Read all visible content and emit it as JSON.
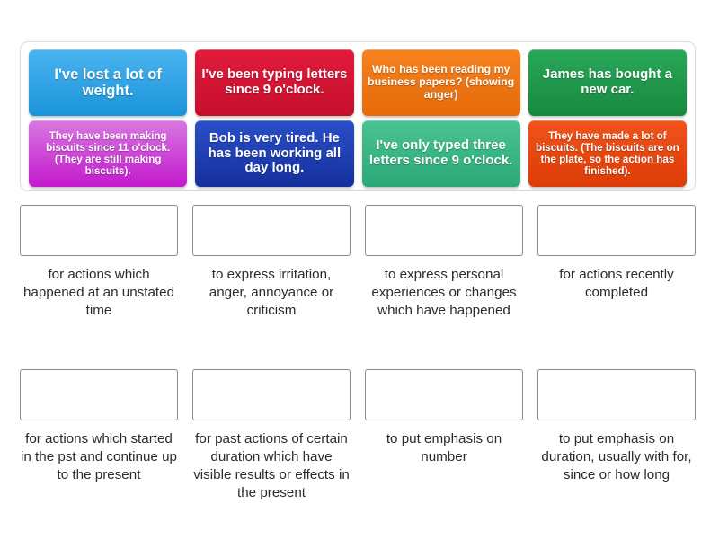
{
  "activity": {
    "type": "drag-and-drop-matching",
    "tray_rows": [
      [
        {
          "text": "I've lost a lot of weight.",
          "color_top": "#4ab3ef",
          "color_bottom": "#1a94da",
          "size": "lg"
        },
        {
          "text": "I've been typing letters since 9 o'clock.",
          "color_top": "#e21a3c",
          "color_bottom": "#c5102c",
          "size": "md"
        },
        {
          "text": "Who has been reading my business papers? (showing anger)",
          "color_top": "#f58220",
          "color_bottom": "#e76a09",
          "size": "sm"
        },
        {
          "text": "James has bought a new car.",
          "color_top": "#29a85a",
          "color_bottom": "#17893f",
          "size": "md"
        }
      ],
      [
        {
          "text": "They have been making biscuits since 11 o'clock. (They are still making biscuits).",
          "color_top": "#d878e0",
          "color_bottom": "#c319cd",
          "size": "xs"
        },
        {
          "text": "Bob is very tired. He has been working all day long.",
          "color_top": "#2b4fc8",
          "color_bottom": "#15309c",
          "size": "md"
        },
        {
          "text": "I've only typed three letters since 9 o'clock.",
          "color_top": "#4ac392",
          "color_bottom": "#2ba877",
          "size": "md"
        },
        {
          "text": "They have made a lot of biscuits. (The biscuits are on the plate, so the action has finished).",
          "color_top": "#f0531c",
          "color_bottom": "#dd3c06",
          "size": "xs"
        }
      ]
    ],
    "answer_rows": [
      [
        {
          "caption": "for actions which happened at an unstated time",
          "dropped": ""
        },
        {
          "caption": "to express irritation, anger, annoyance or criticism",
          "dropped": ""
        },
        {
          "caption": "to express personal experiences or changes which have happened",
          "dropped": ""
        },
        {
          "caption": "for actions recently completed",
          "dropped": ""
        }
      ],
      [
        {
          "caption": "for actions which started in the pst and continue up to the present",
          "dropped": ""
        },
        {
          "caption": "for past actions of certain duration which have visible results or effects in the present",
          "dropped": ""
        },
        {
          "caption": "to put emphasis on number",
          "dropped": ""
        },
        {
          "caption": "to put emphasis on duration, usually with for, since or how long",
          "dropped": ""
        }
      ]
    ]
  }
}
